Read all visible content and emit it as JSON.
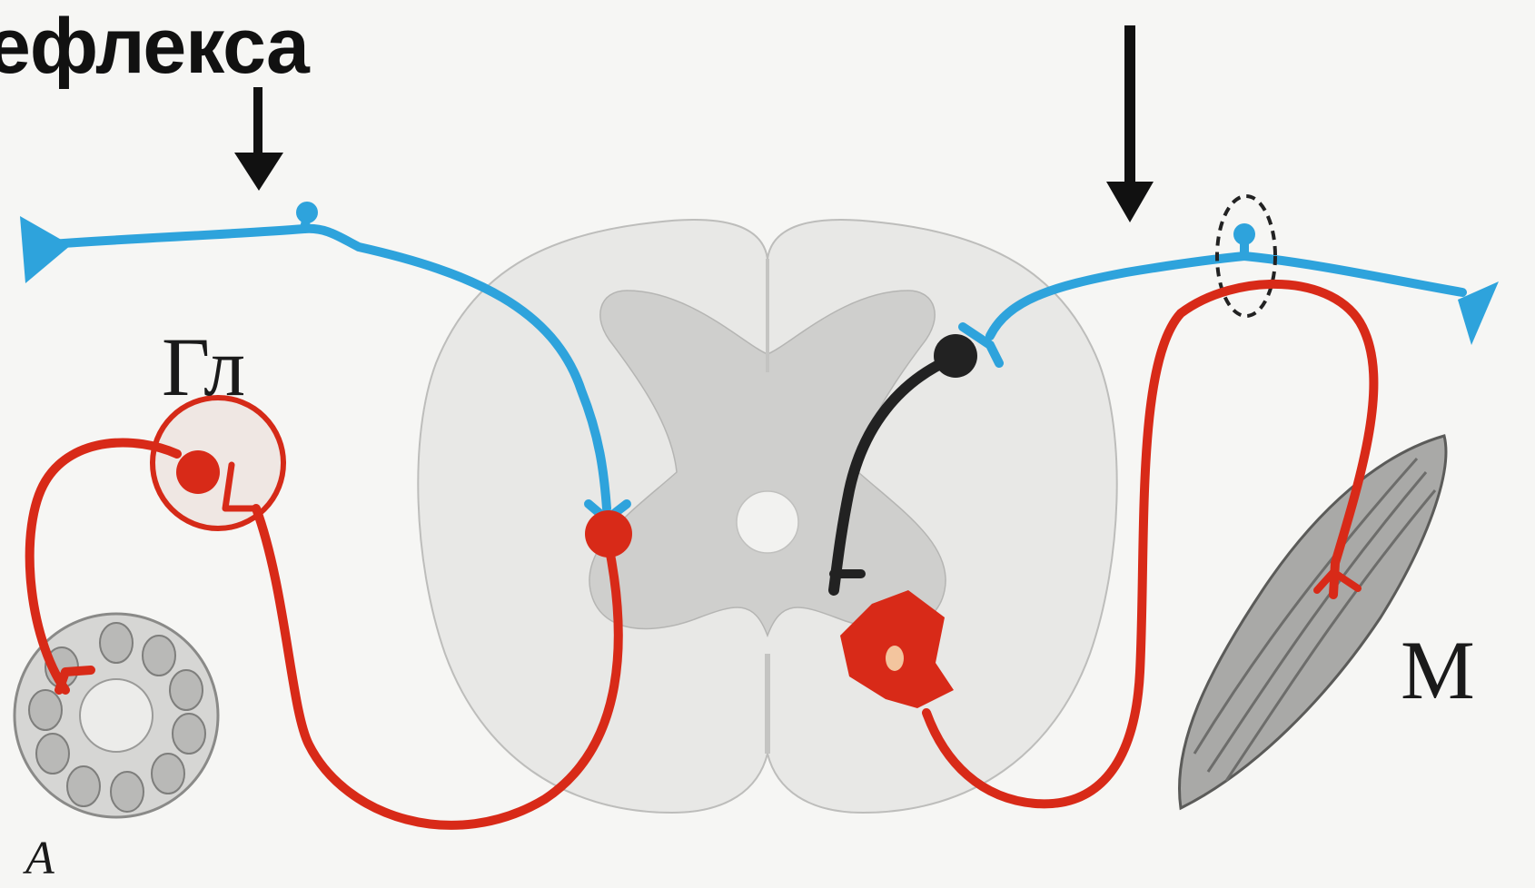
{
  "title": "ефлекса",
  "labels": {
    "gland": "Гл",
    "muscle": "М",
    "panel": "А"
  },
  "colors": {
    "sensory": "#2ea3dc",
    "motor": "#d82a18",
    "interneuron": "#222222",
    "spinal_cord": "#e6e6e6",
    "grey_matter": "#c9c9c9"
  },
  "icons": [
    "down-arrow-icon",
    "down-arrow-icon"
  ]
}
